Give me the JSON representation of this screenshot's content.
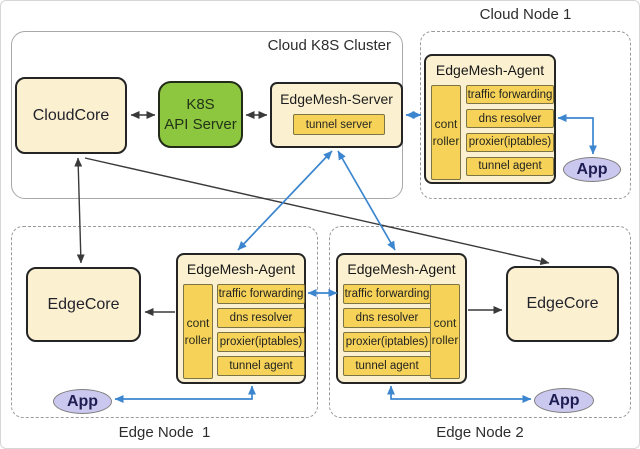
{
  "labels": {
    "cluster": "Cloud K8S Cluster",
    "cloud_node": "Cloud Node 1",
    "edge_node1": "Edge Node  1",
    "edge_node2": "Edge Node 2"
  },
  "nodes": {
    "cloudcore": "CloudCore",
    "k8s_line1": "K8S",
    "k8s_line2": "API Server",
    "edgemesh_server": "EdgeMesh-Server",
    "tunnel_server": "tunnel server",
    "edgecore": "EdgeCore",
    "app": "App"
  },
  "agent": {
    "title": "EdgeMesh-Agent",
    "controller_line1": "cont",
    "controller_line2": "roller",
    "modules": [
      "traffic forwarding",
      "dns resolver",
      "proxier(iptables)",
      "tunnel agent"
    ]
  },
  "colors": {
    "cream": "#fbf1d1",
    "yellow": "#f6d358",
    "green": "#8dc63f",
    "lavender": "#cbc8f0",
    "blue": "#3c86cf",
    "black_arrow": "#3a3a3a"
  }
}
